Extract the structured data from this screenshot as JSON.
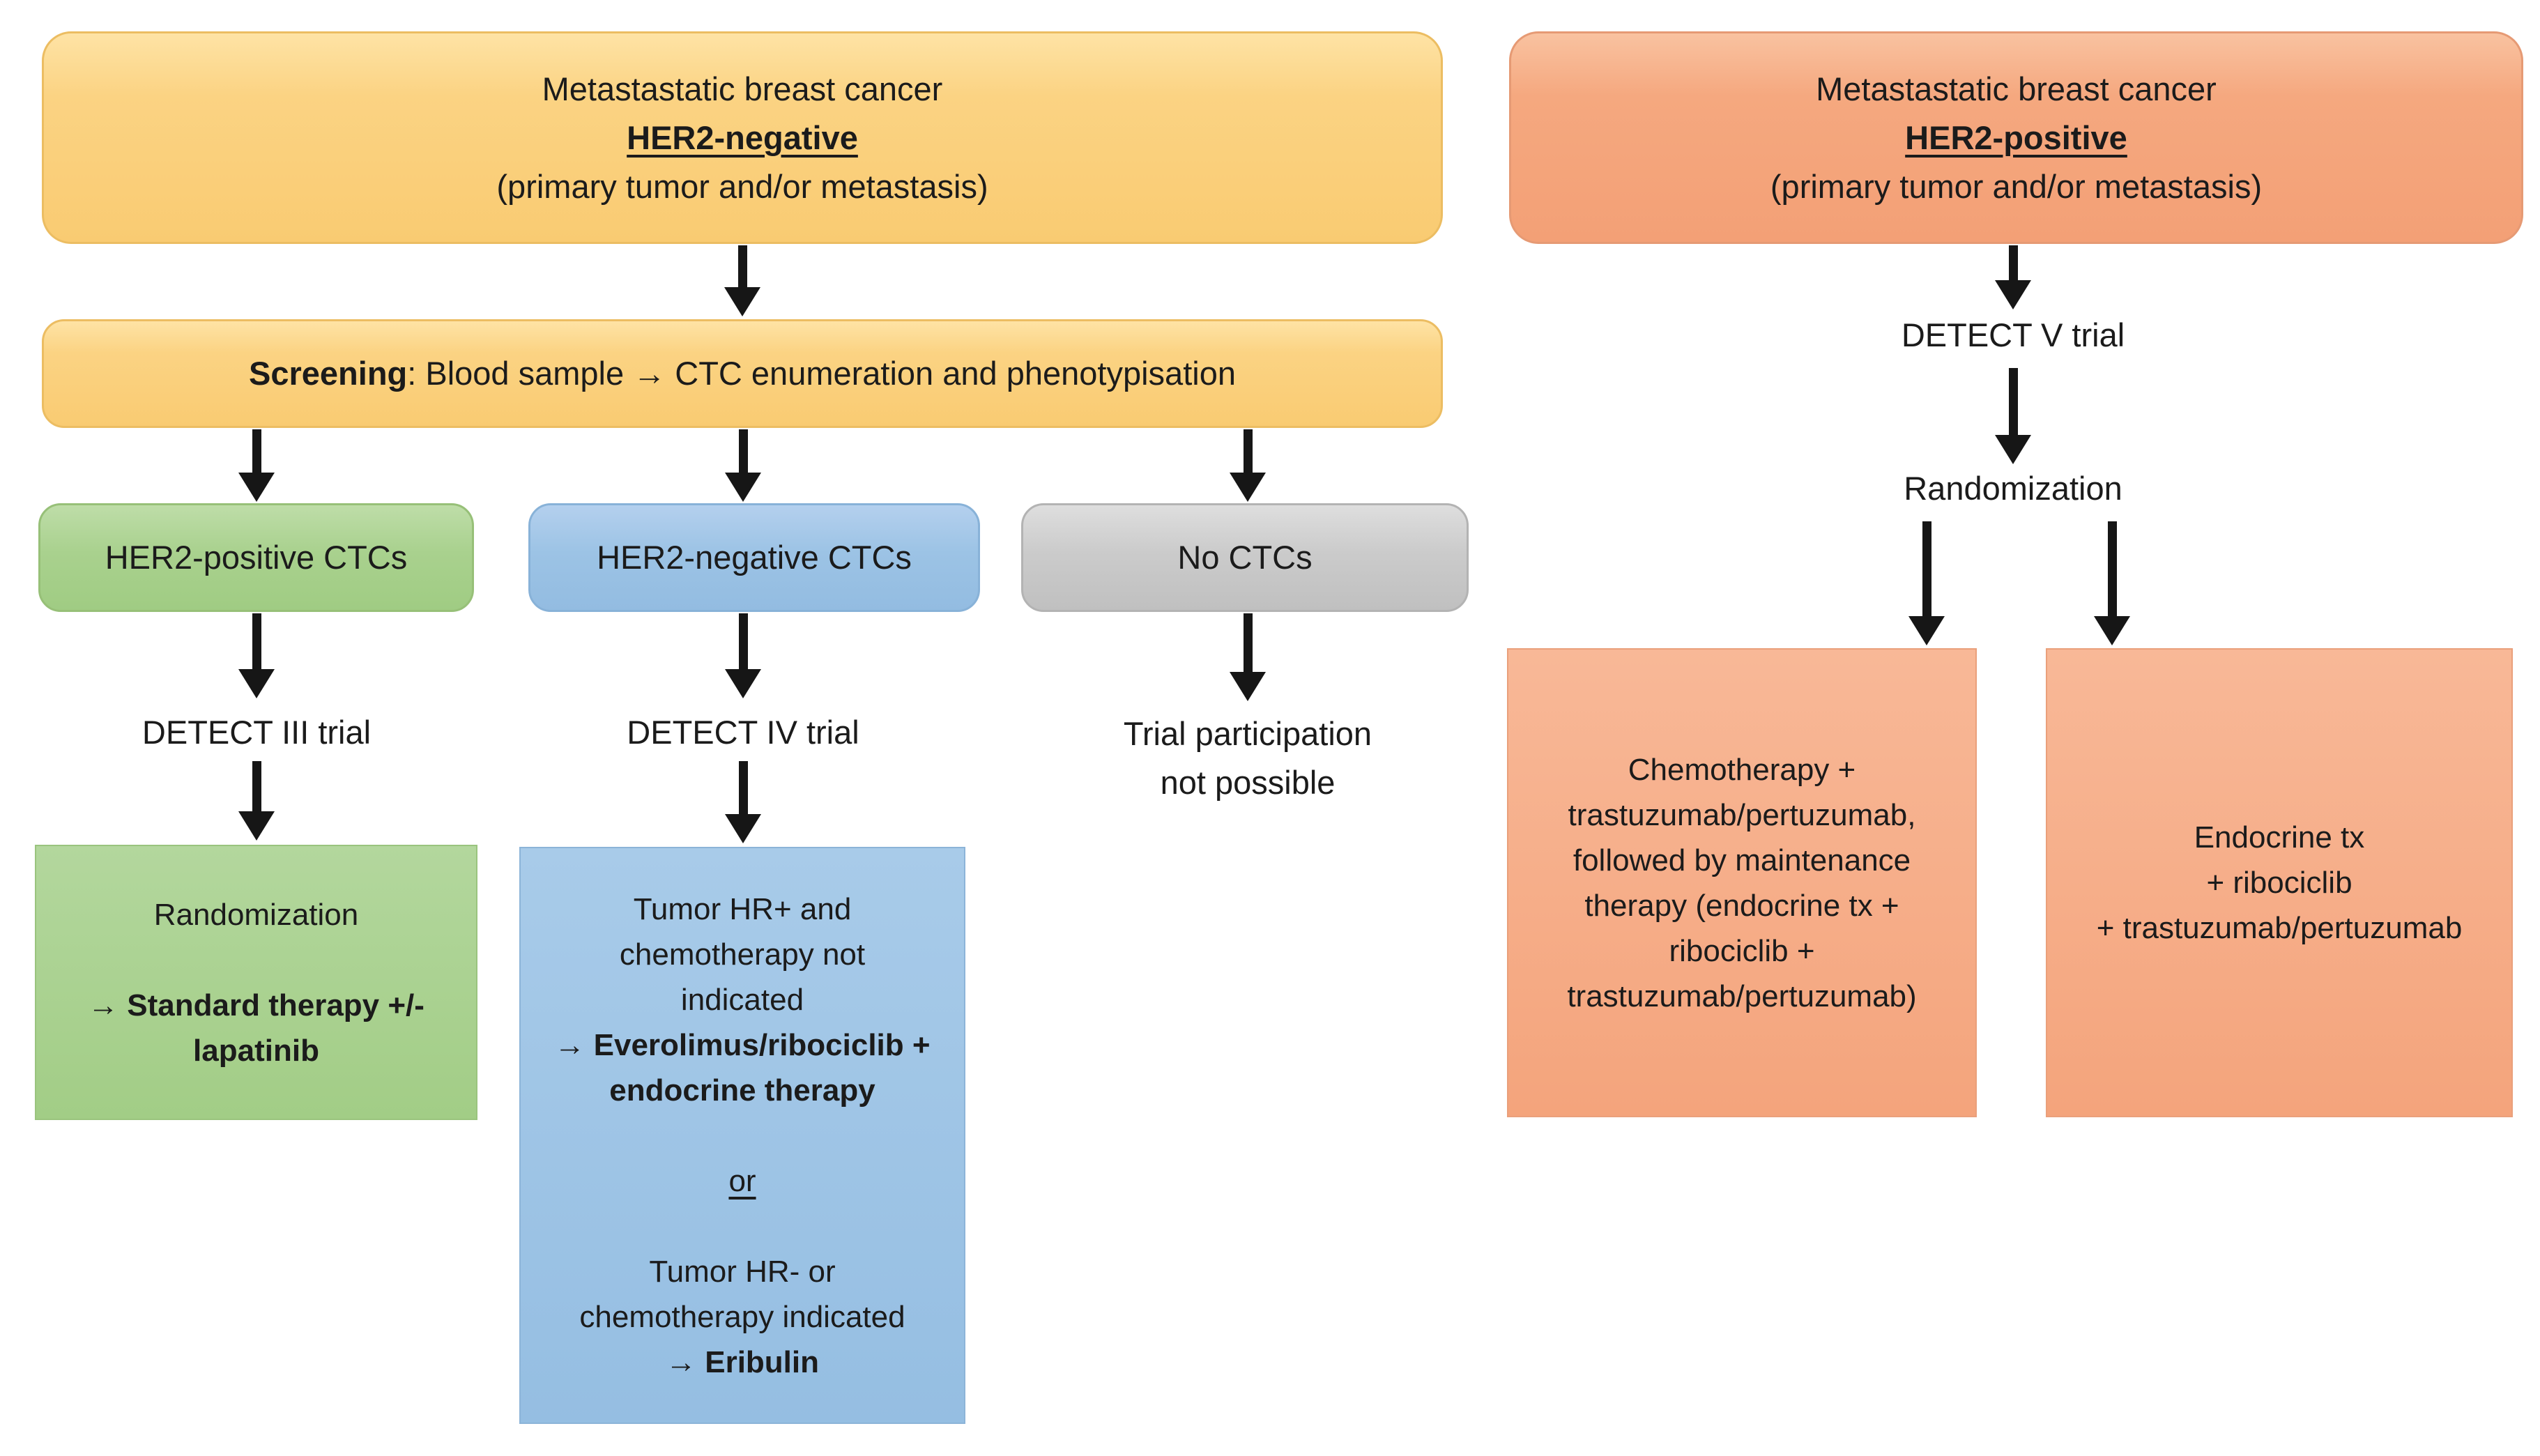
{
  "left": {
    "top_box": {
      "l1": "Metastastatic breast cancer",
      "l2": "HER2-negative",
      "l3": "(primary tumor and/or metastasis)"
    },
    "screening_box": {
      "label": "Screening",
      "rest": ": Blood sample → CTC enumeration and phenotypisation"
    },
    "ctc_positive_box": "HER2-positive CTCs",
    "ctc_negative_box": "HER2-negative CTCs",
    "no_ctc_box": "No CTCs",
    "detect3_label": "DETECT III trial",
    "detect4_label": "DETECT IV trial",
    "no_trial": {
      "l1": "Trial participation",
      "l2": "not possible"
    },
    "detect3_box": {
      "l1": "Randomization",
      "b1": "→ Standard therapy +/-",
      "b2": "lapatinib"
    },
    "detect4_box": {
      "l1": "Tumor HR+ and",
      "l2": "chemotherapy not",
      "l3": "indicated",
      "b1": "→ Everolimus/ribociclib +",
      "b2": "endocrine therapy",
      "or": "or",
      "l4": "Tumor HR- or",
      "l5": "chemotherapy indicated",
      "b3": "→ Eribulin"
    }
  },
  "right": {
    "top_box": {
      "l1": "Metastastatic breast cancer",
      "l2": "HER2-positive",
      "l3": "(primary tumor and/or metastasis)"
    },
    "detect5_label": "DETECT V trial",
    "randomization_label": "Randomization",
    "chemo_box": {
      "l1": "Chemotherapy +",
      "l2": "trastuzumab/pertuzumab,",
      "l3": "followed by maintenance",
      "l4": "therapy (endocrine tx +",
      "l5": "ribociclib +",
      "l6": "trastuzumab/pertuzumab)"
    },
    "endocrine_box": {
      "l1": "Endocrine tx",
      "l2": "+ ribociclib",
      "l3": "+ trastuzumab/pertuzumab"
    }
  },
  "colors": {
    "yellow": "#fbd383",
    "salmon": "#f5a87f",
    "green": "#a9d18e",
    "blue": "#9cc3e5",
    "gray": "#cbcbcb",
    "ink": "#1b1b1b"
  }
}
